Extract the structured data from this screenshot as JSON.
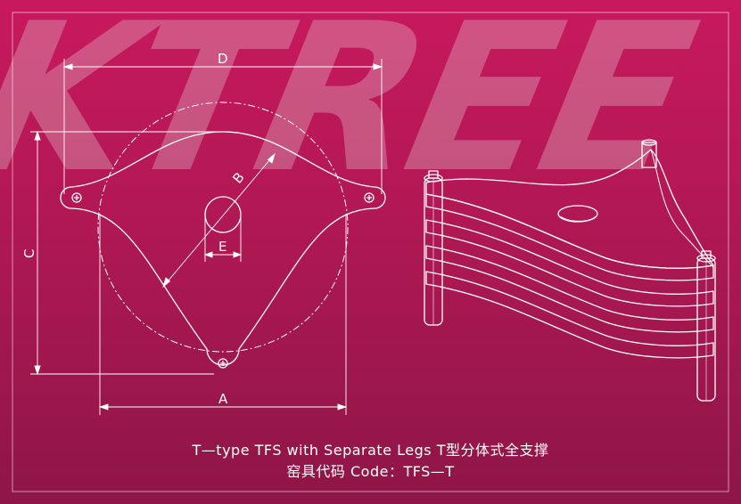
{
  "background": {
    "color": "#b8185a",
    "watermark_color": "#e8e8e8",
    "line_color": "#ffffff"
  },
  "watermark": {
    "text": "KTREE"
  },
  "drawing": {
    "label_a": "A",
    "label_b": "B",
    "label_c": "C",
    "label_d": "D",
    "label_e": "E"
  },
  "caption": {
    "line1": "T—type TFS with Separate Legs T型分体式全支撑",
    "line2": "窑具代码 Code：TFS—T"
  }
}
